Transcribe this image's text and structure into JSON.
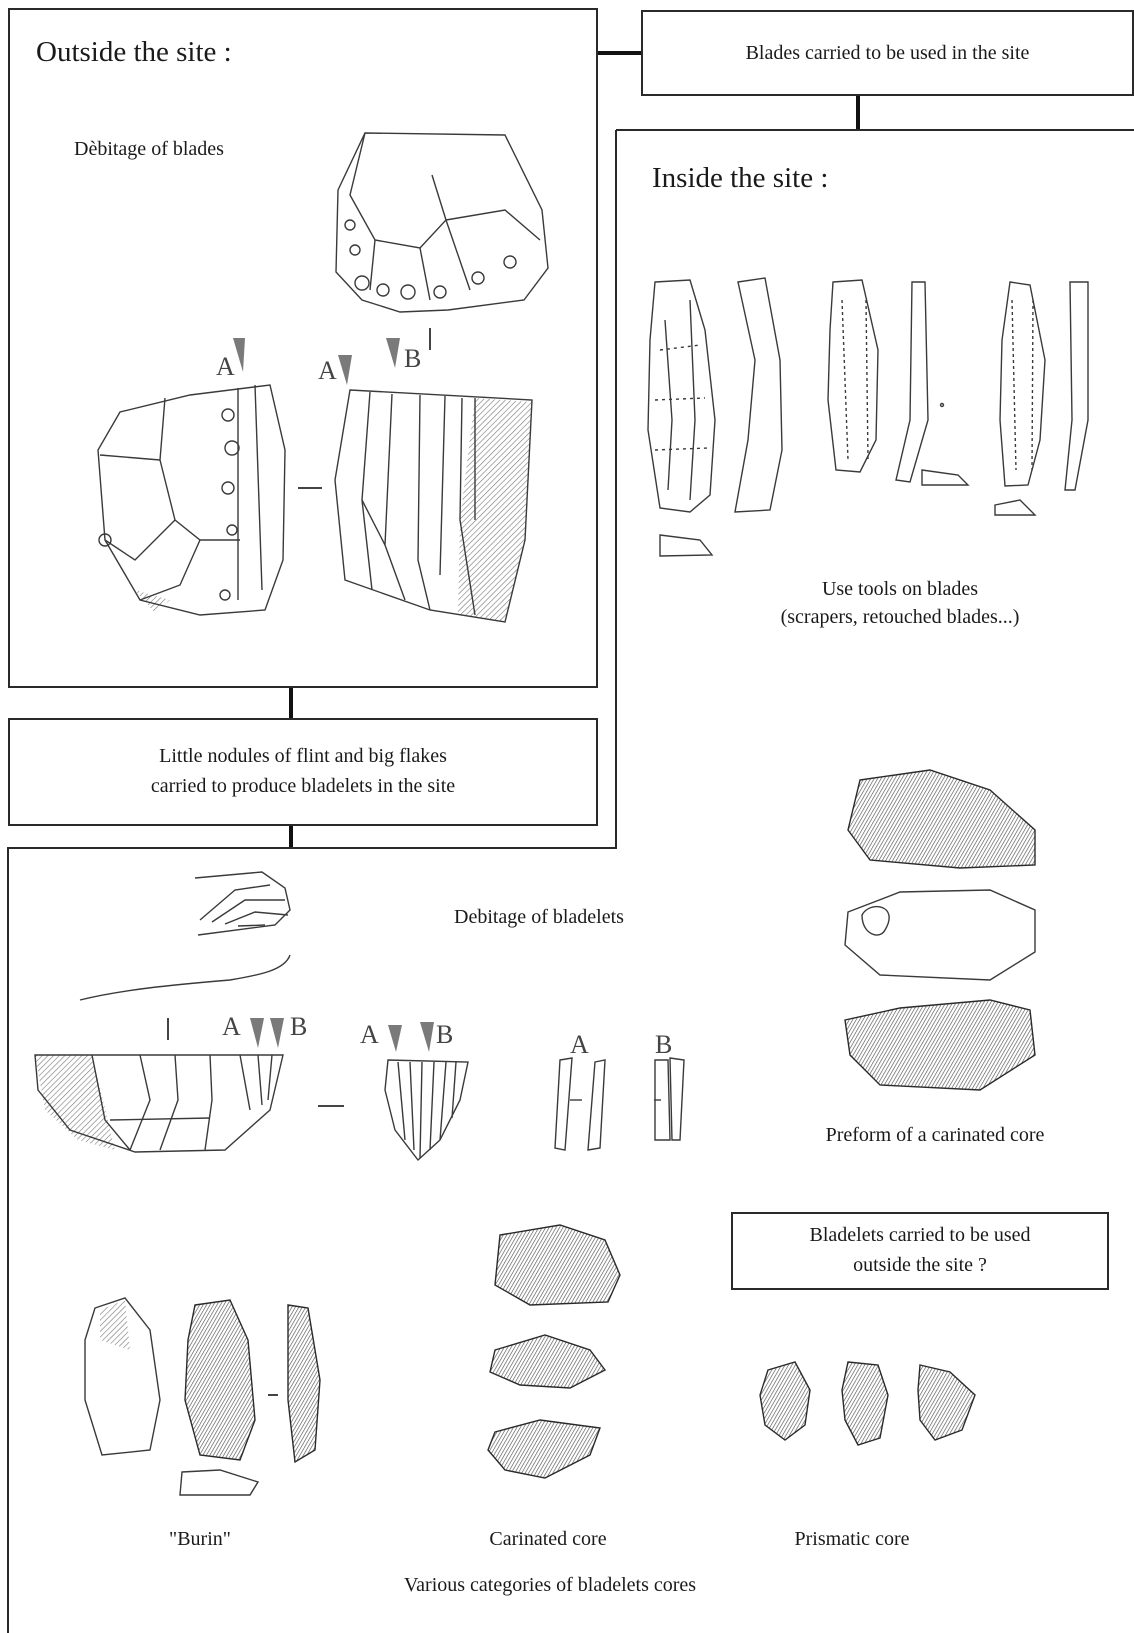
{
  "outside": {
    "heading": "Outside the site :",
    "debitage_label": "Dèbitage of blades",
    "marker_a1": "A",
    "marker_a2": "A",
    "marker_b": "B"
  },
  "top_box": {
    "label": "Blades carried to be used in the site"
  },
  "inside": {
    "heading": "Inside the site :",
    "tools_label_line1": "Use tools on blades",
    "tools_label_line2": "(scrapers, retouched blades...)"
  },
  "nodules_box": {
    "line1": "Little nodules of flint and big flakes",
    "line2": "carried to produce bladelets in the site"
  },
  "bladelets": {
    "debitage_label": "Debitage of bladelets",
    "marker_a1": "A",
    "marker_b1": "B",
    "marker_a2": "A",
    "marker_b2": "B",
    "marker_a3": "A",
    "marker_b3": "B",
    "preform_label": "Preform of a carinated core",
    "carried_line1": "Bladelets carried to be used",
    "carried_line2": "outside the site ?",
    "burin_label": "\"Burin\"",
    "carinated_label": "Carinated core",
    "prismatic_label": "Prismatic core",
    "categories_label": "Various categories of bladelets cores"
  }
}
